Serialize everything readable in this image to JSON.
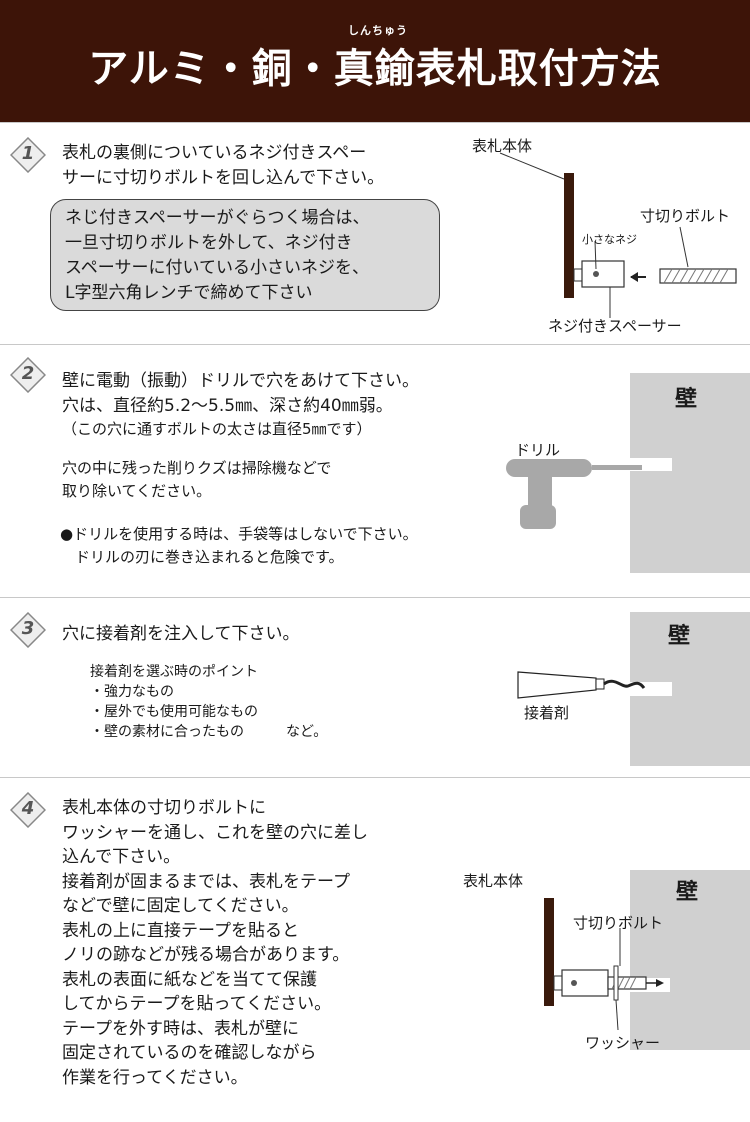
{
  "header": {
    "title": "アルミ・銅・真鍮表札取付方法",
    "ruby": "しんちゅう"
  },
  "step1": {
    "num": "1",
    "lines": [
      "表札の裏側についているネジ付きスペー",
      "サーに寸切りボルトを回し込んで下さい。"
    ],
    "note": [
      "ネじ付きスペーサーがぐらつく場合は、",
      "一旦寸切りボルトを外して、ネジ付き",
      "スペーサーに付いている小さいネジを、",
      "L字型六角レンチで締めて下さい"
    ],
    "labels": {
      "plate": "表札本体",
      "bolt": "寸切りボルト",
      "small_screw": "小さなネジ",
      "spacer": "ネジ付きスペーサー"
    }
  },
  "step2": {
    "num": "2",
    "lines": [
      "壁に電動（振動）ドリルで穴をあけて下さい。",
      "穴は、直径約5.2〜5.5㎜、深さ約40㎜弱。",
      "（この穴に通すボルトの太さは直径5㎜です）"
    ],
    "lines_b": [
      "穴の中に残った削りクズは掃除機などで",
      "取り除いてください。"
    ],
    "lines_c": [
      "●ドリルを使用する時は、手袋等はしないで下さい。",
      "　ドリルの刃に巻き込まれると危険です。"
    ],
    "labels": {
      "drill": "ドリル",
      "wall": "壁"
    }
  },
  "step3": {
    "num": "3",
    "line": "穴に接着剤を注入して下さい。",
    "tips": [
      "接着剤を選ぶ時のポイント",
      "・強力なもの",
      "・屋外でも使用可能なもの",
      "・壁の素材に合ったもの　　　など。"
    ],
    "labels": {
      "glue": "接着剤",
      "wall": "壁"
    }
  },
  "step4": {
    "num": "4",
    "lines": [
      "表札本体の寸切りボルトに",
      "ワッシャーを通し、これを壁の穴に差し",
      "込んで下さい。",
      "接着剤が固まるまでは、表札をテープ",
      "などで壁に固定してください。",
      "表札の上に直接テープを貼ると",
      "ノリの跡などが残る場合があります。",
      "表札の表面に紙などを当てて保護",
      "してからテープを貼ってください。",
      "テープを外す時は、表札が壁に",
      "固定されているのを確認しながら",
      "作業を行ってください。"
    ],
    "labels": {
      "plate": "表札本体",
      "bolt": "寸切りボルト",
      "washer": "ワッシャー",
      "wall": "壁"
    }
  },
  "colors": {
    "header_bg": "#3d1408",
    "wall": "#d0d0d0",
    "plate": "#3a1a0c"
  }
}
